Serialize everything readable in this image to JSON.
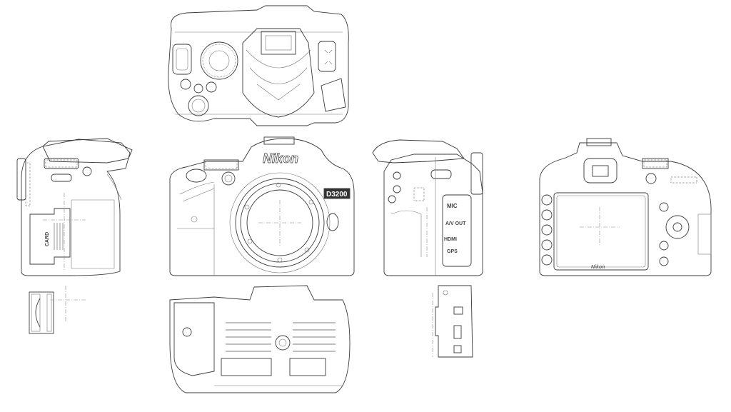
{
  "drawing": {
    "subject": "Nikon D3200",
    "brand_logo": "Nikon",
    "model_badge": "D3200",
    "port_labels": {
      "mic": "MIC",
      "av_out": "A/V OUT",
      "hdmi": "HDMI",
      "gps": "GPS"
    },
    "card_label": "CARD",
    "colors": {
      "line": "#3a3a3a",
      "background": "#ffffff"
    }
  }
}
